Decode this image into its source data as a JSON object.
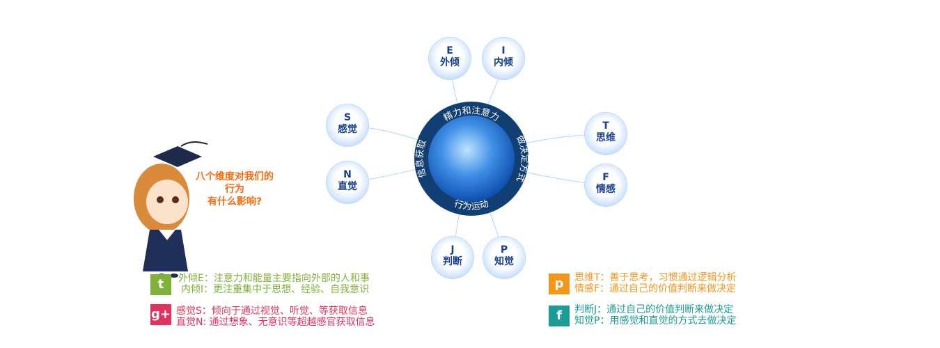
{
  "ring": {
    "top": "精力和注意力",
    "right": "做决定方式",
    "bottom": "行为运动",
    "left": "信息获取"
  },
  "nodes": [
    {
      "letter": "E",
      "label": "外倾"
    },
    {
      "letter": "I",
      "label": "内倾"
    },
    {
      "letter": "S",
      "label": "感觉"
    },
    {
      "letter": "N",
      "label": "直觉"
    },
    {
      "letter": "T",
      "label": "思维"
    },
    {
      "letter": "F",
      "label": "情感"
    },
    {
      "letter": "J",
      "label": "判断"
    },
    {
      "letter": "P",
      "label": "知觉"
    }
  ],
  "question": [
    "八个维度对我们的",
    "行为",
    "有什么影响?"
  ],
  "legend": [
    {
      "icon": "twitter-icon",
      "color": "#7fb23a",
      "lines": [
        "外倾E：注意力和能量主要指向外部的人和事",
        "内倾I：更注重集中于思想、经验、自我意识"
      ]
    },
    {
      "icon": "google-plus-icon",
      "color": "#e0345f",
      "lines": [
        "感觉S：倾向于通过视觉、听觉、等获取信息",
        "直觉N: 通过想象、无意识等超越感官获取信息"
      ]
    },
    {
      "icon": "pinterest-icon",
      "color": "#f3961c",
      "lines": [
        "思维T：善于思考，习惯通过逻辑分析",
        "情感F：通过自己的价值判断来做决定"
      ]
    },
    {
      "icon": "facebook-icon",
      "color": "#1a9c94",
      "lines": [
        "判断J：通过自己的价值判断来做决定",
        "知觉P：用感觉和直觉的方式去做决定"
      ]
    }
  ]
}
